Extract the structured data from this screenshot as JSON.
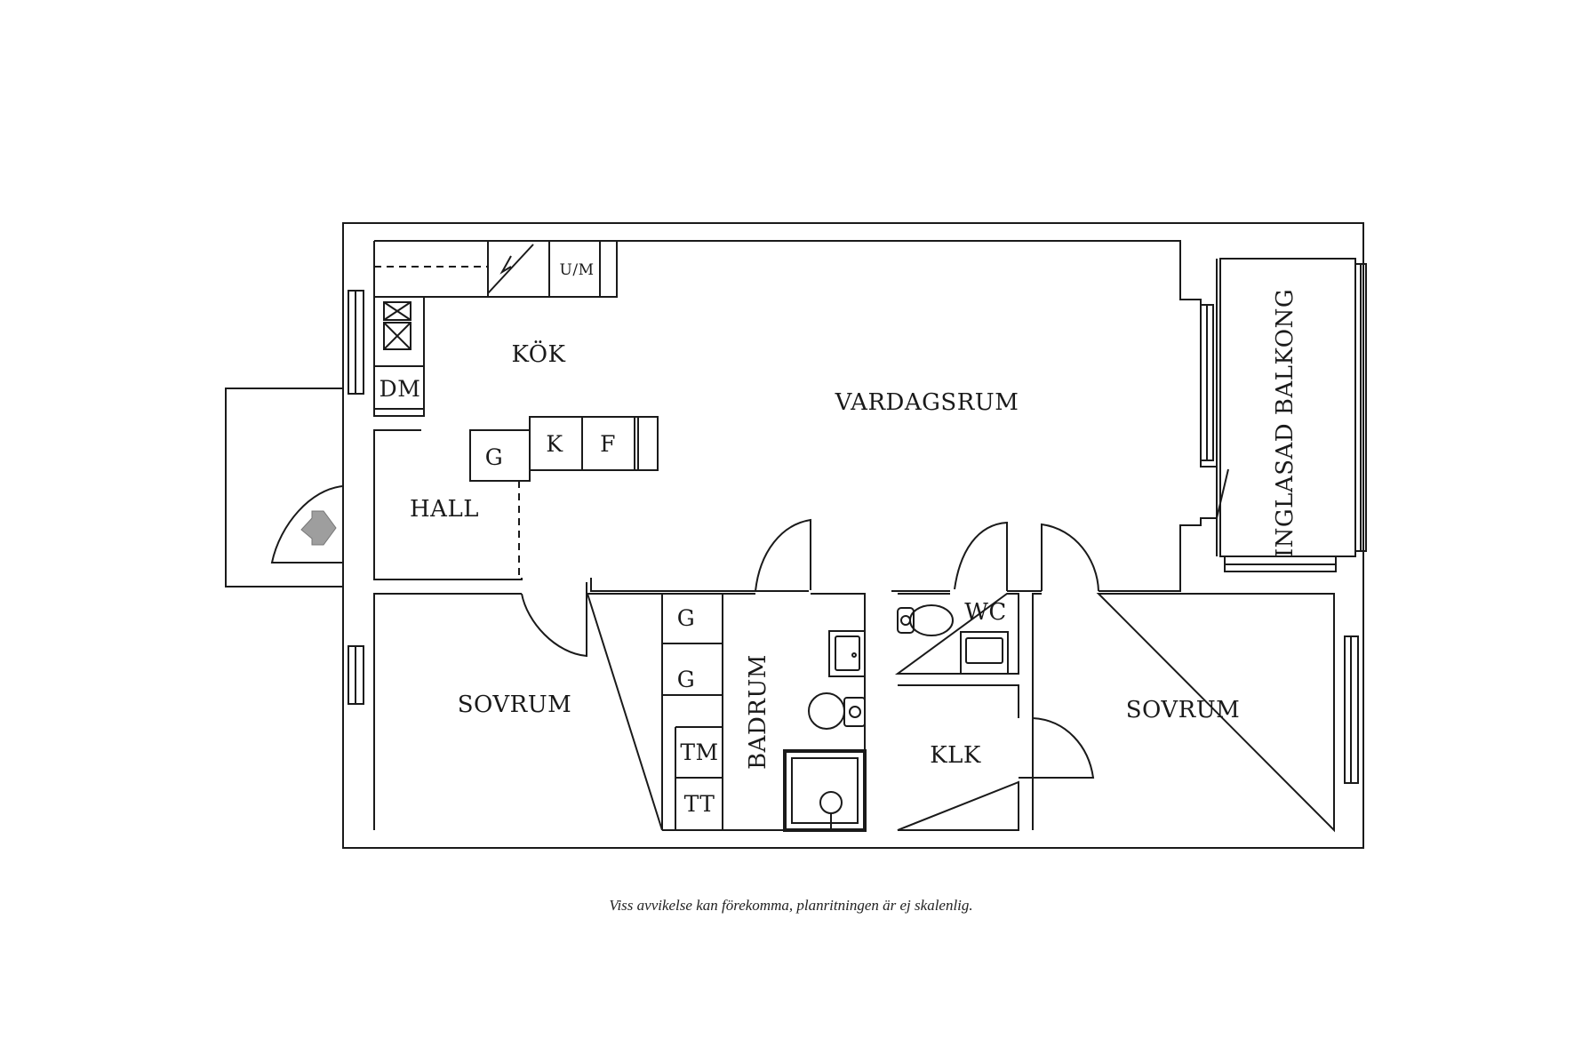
{
  "rooms": {
    "kitchen": "KÖK",
    "living": "VARDAGSRUM",
    "hall": "HALL",
    "bedroom_left": "SOVRUM",
    "bedroom_right": "SOVRUM",
    "bathroom": "BADRUM",
    "wc": "WC",
    "closet": "KLK",
    "balcony": "INGLASAD BALKONG"
  },
  "fixtures": {
    "dishwasher": "DM",
    "microwave": "U/M",
    "wardrobe_hall": "G",
    "fridge": "K",
    "freezer": "F",
    "wardrobe_1": "G",
    "wardrobe_2": "G",
    "washer": "TM",
    "dryer": "TT"
  },
  "footnote": "Viss avvikelse kan förekomma, planritningen är ej skalenlig."
}
